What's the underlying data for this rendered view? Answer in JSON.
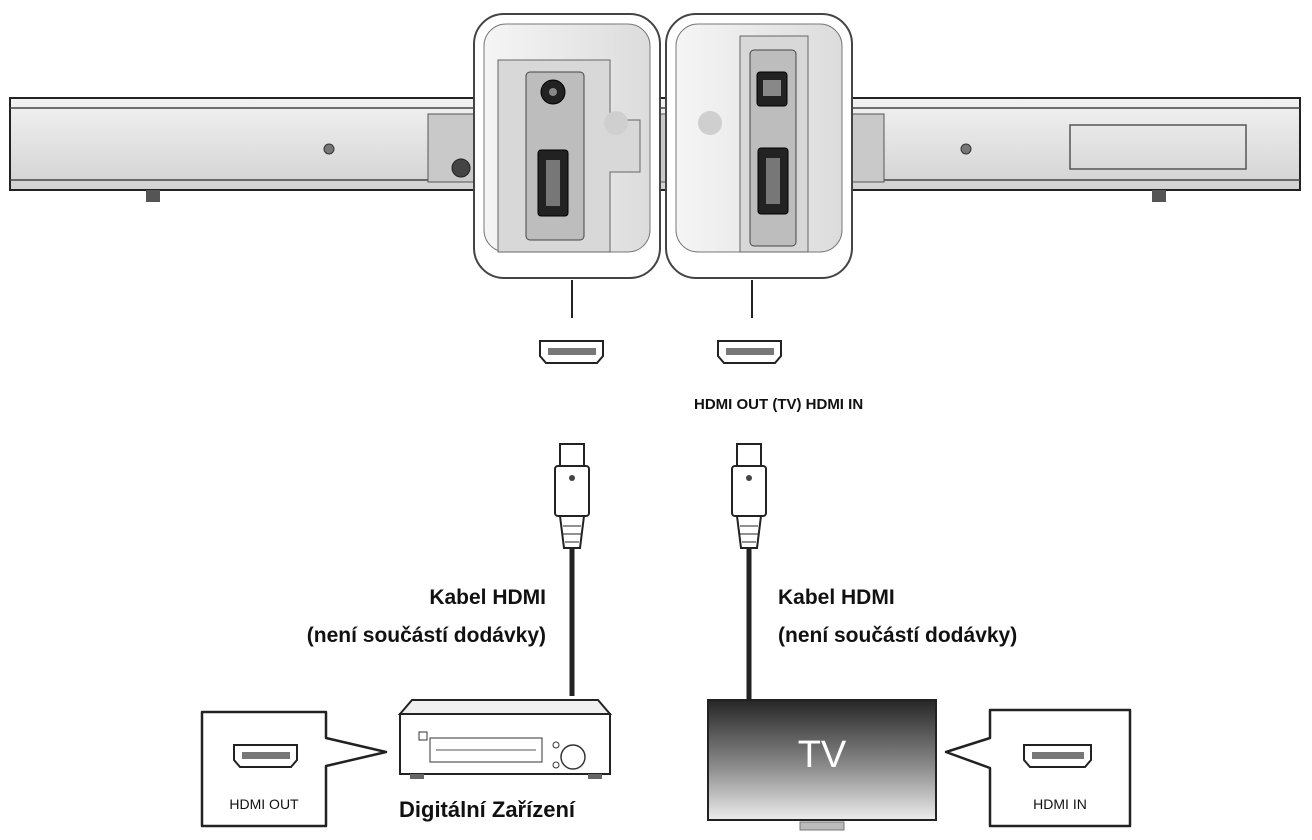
{
  "labels": {
    "hdmi_out_tv_hdmi_in": "HDMI OUT (TV) HDMI IN",
    "cable_left_title": "Kabel HDMI",
    "cable_left_note": "(není součástí dodávky)",
    "cable_right_title": "Kabel HDMI",
    "cable_right_note": "(není součástí dodávky)",
    "device_name": "Digitální Zařízení",
    "tv_screen": "TV",
    "callout_left": "HDMI OUT",
    "callout_right": "HDMI IN"
  },
  "icons": {
    "soundbar": "soundbar-rear-icon",
    "port_zoom": "port-zoom-icon",
    "hdmi_port": "hdmi-port-icon",
    "hdmi_plug": "hdmi-plug-icon",
    "player": "dvd-player-icon",
    "tv": "tv-icon"
  },
  "colors": {
    "line": "#222222",
    "body": "#e6e6e6",
    "tv_top": "#2b2b2b",
    "tv_bottom": "#e8e8e8"
  }
}
